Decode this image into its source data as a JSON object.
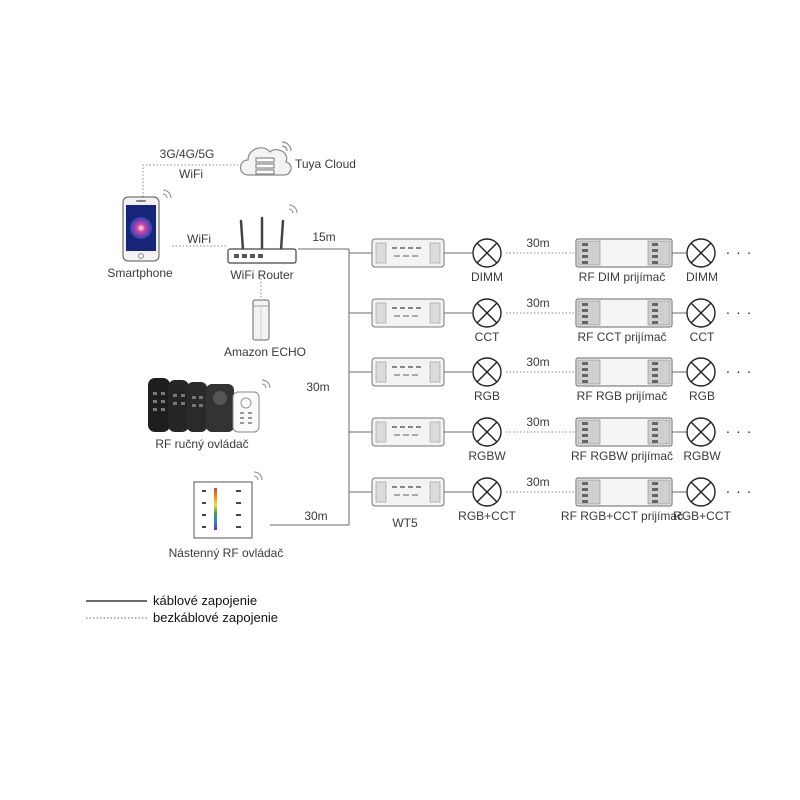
{
  "links": {
    "cloud": "3G/4G/5G",
    "cloud_wifi": "WiFi",
    "phone_router": "WiFi",
    "router_bus": "15m",
    "remote_bus": "30m",
    "wall_bus": "30m"
  },
  "devices": {
    "cloud": "Tuya Cloud",
    "smartphone": "Smartphone",
    "router": "WiFi Router",
    "echo": "Amazon ECHO",
    "remotes": "RF ručný ovládač",
    "wall_panel": "Nástenný RF ovládač"
  },
  "rows": [
    {
      "controller": "",
      "load": "DIMM",
      "distance": "30m",
      "receiver": "RF DIM prijímač",
      "receiver_load": "DIMM",
      "more": "· · ·"
    },
    {
      "controller": "",
      "load": "CCT",
      "distance": "30m",
      "receiver": "RF CCT prijímač",
      "receiver_load": "CCT",
      "more": "· · ·"
    },
    {
      "controller": "",
      "load": "RGB",
      "distance": "30m",
      "receiver": "RF RGB prijímač",
      "receiver_load": "RGB",
      "more": "· · ·"
    },
    {
      "controller": "",
      "load": "RGBW",
      "distance": "30m",
      "receiver": "RF RGBW prijímač",
      "receiver_load": "RGBW",
      "more": "· · ·"
    },
    {
      "controller": "WT5",
      "load": "RGB+CCT",
      "distance": "30m",
      "receiver": "RF RGB+CCT prijímač",
      "receiver_load": "RGB+CCT",
      "more": "· · ·"
    }
  ],
  "legend": {
    "wired": "káblové zapojenie",
    "wireless": "bezkáblové zapojenie"
  },
  "colors": {
    "line": "#6a6a6a",
    "text": "#3a3a3a",
    "screen_accent": "#d9459b"
  }
}
